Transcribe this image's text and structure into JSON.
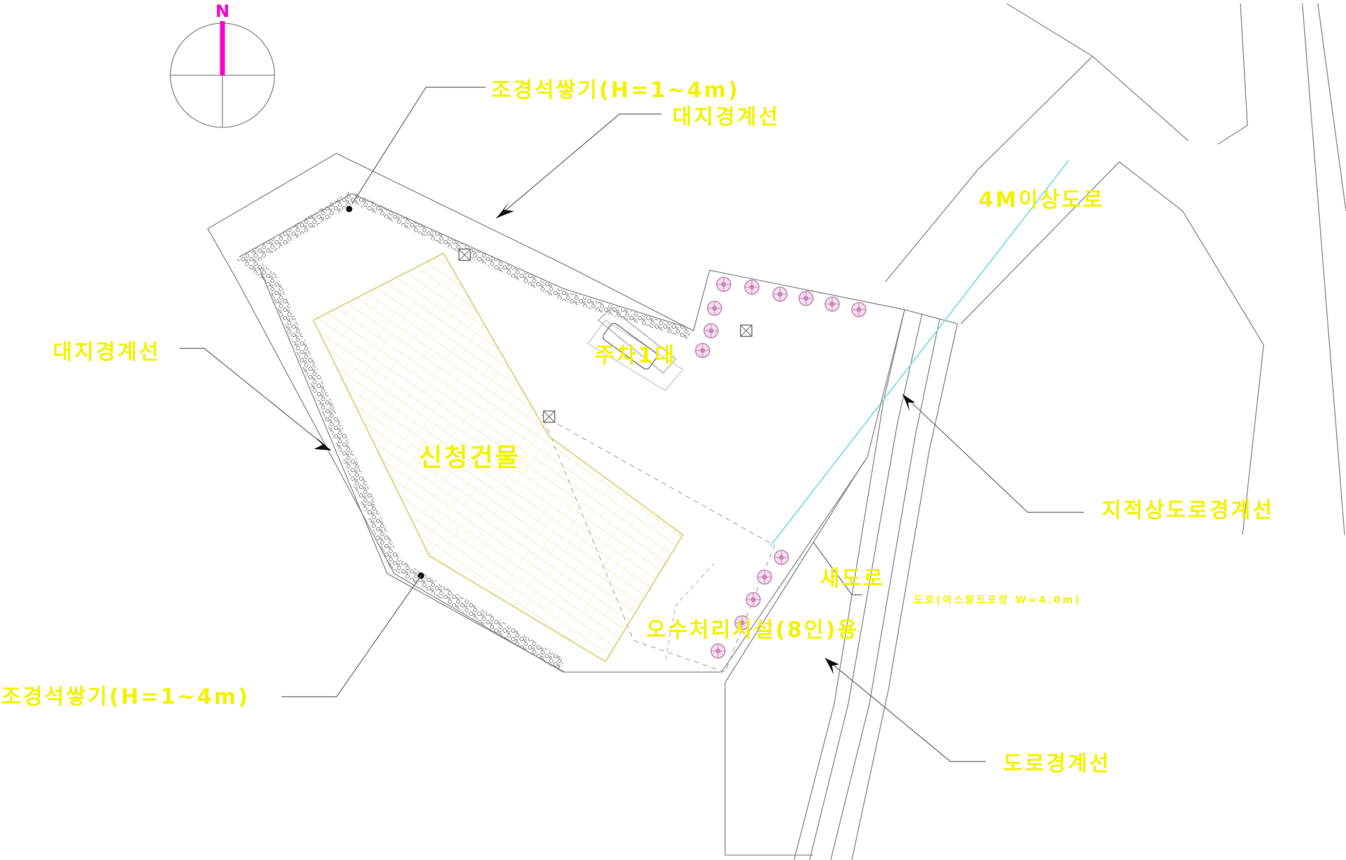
{
  "north": {
    "letter": "N"
  },
  "labels": {
    "retaining_top": "조경석쌓기(H=1~4m)",
    "site_boundary_top": "대지경계선",
    "road_4m": "4M이상도로",
    "site_boundary_left": "대지경계선",
    "parking": "주차1대",
    "building": "신청건물",
    "cadastral_road_boundary": "지적상도로경계선",
    "new_road": "새도로",
    "new_road_note": "도로(아스팔트포장 W=4.0m)",
    "sewage": "오수처리시설(8인)용",
    "retaining_bottom": "조경석쌓기(H=1~4m)",
    "road_boundary": "도로경계선"
  },
  "colors": {
    "label": "#f2f200",
    "north": "#ff00cc",
    "road_centerline": "#7fe0e0",
    "building_hatch": "#e3d58a",
    "trees": "#e7a6d9"
  },
  "icons": [
    "north-arrow-icon",
    "tree-icon",
    "car-icon",
    "manhole-icon"
  ]
}
